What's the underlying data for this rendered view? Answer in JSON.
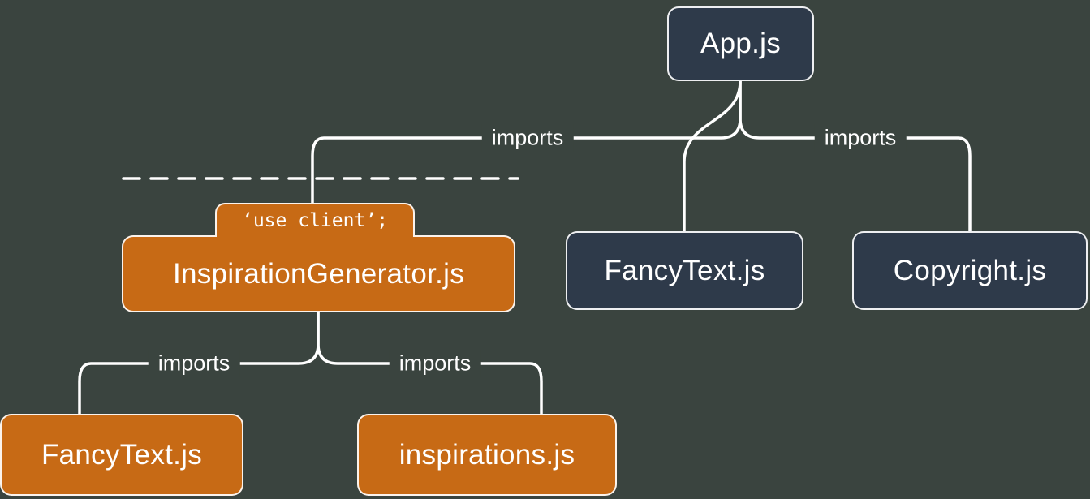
{
  "diagram": {
    "kind": "module-dependency-tree",
    "nodes": {
      "app": {
        "label": "App.js",
        "type": "server"
      },
      "fancy_text_server": {
        "label": "FancyText.js",
        "type": "server"
      },
      "copyright": {
        "label": "Copyright.js",
        "type": "server"
      },
      "inspiration_generator": {
        "label": "InspirationGenerator.js",
        "type": "client",
        "directive": "‘use client’;"
      },
      "fancy_text_client": {
        "label": "FancyText.js",
        "type": "client"
      },
      "inspirations": {
        "label": "inspirations.js",
        "type": "client"
      }
    },
    "edges": [
      {
        "from": "App.js",
        "to": "InspirationGenerator.js",
        "label": "imports"
      },
      {
        "from": "App.js",
        "to": "FancyText.js",
        "label": ""
      },
      {
        "from": "App.js",
        "to": "Copyright.js",
        "label": "imports"
      },
      {
        "from": "InspirationGenerator.js",
        "to": "FancyText.js",
        "label": "imports"
      },
      {
        "from": "InspirationGenerator.js",
        "to": "inspirations.js",
        "label": "imports"
      }
    ],
    "boundary": {
      "style": "dashed",
      "meaning": "client boundary"
    },
    "colors": {
      "background": "#3a443f",
      "server_node": "#2e3a4a",
      "client_node": "#c76a15",
      "line": "#ffffff",
      "text": "#ffffff"
    }
  }
}
